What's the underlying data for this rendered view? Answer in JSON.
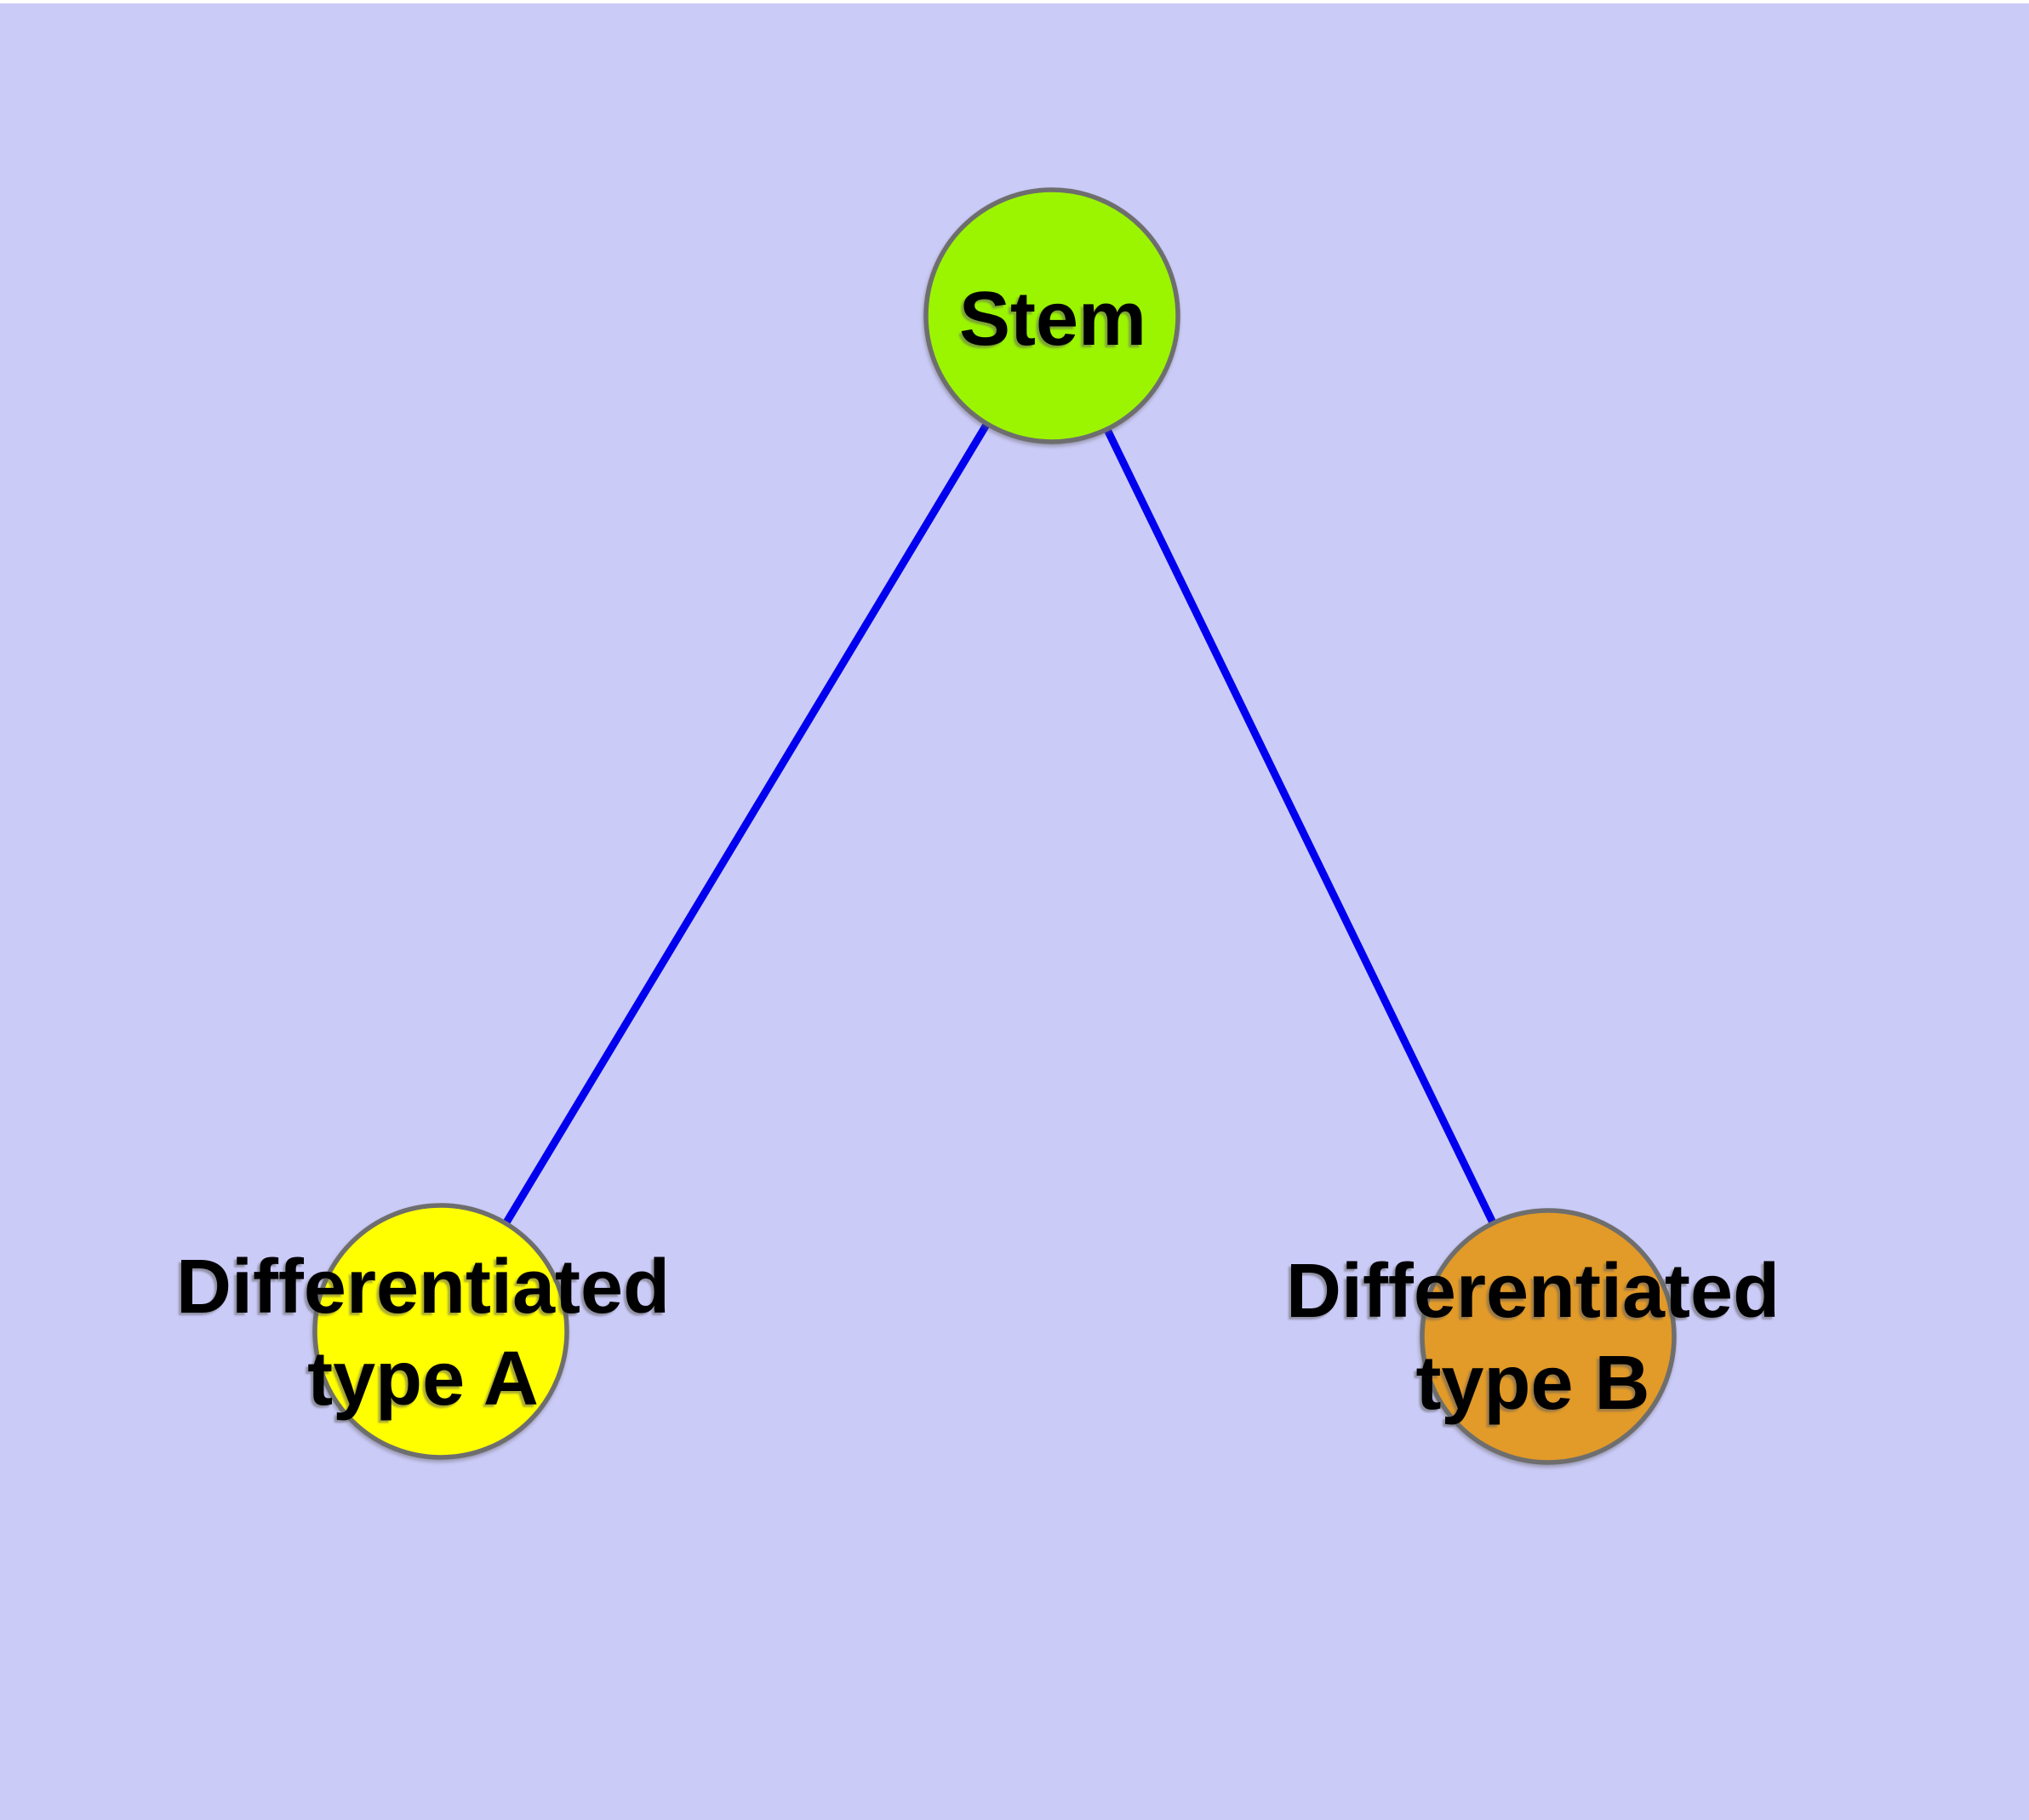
{
  "diagram": {
    "type": "graph",
    "background_color": "#cbcbf8",
    "top_strip_color": "#ffffff",
    "edge_color": "#0000ee",
    "node_stroke_color": "#6e6e6e",
    "label_color": "#000000",
    "nodes": [
      {
        "id": "stem",
        "label": "Stem",
        "fill": "#9bf500"
      },
      {
        "id": "differentiated-type-a",
        "label": "Differentiated type A",
        "label_line1": "Differentiated",
        "label_line2": "type A",
        "fill": "#ffff00"
      },
      {
        "id": "differentiated-type-b",
        "label": "Differentiated type B",
        "label_line1": "Differentiated",
        "label_line2": "type B",
        "fill": "#e29a28"
      }
    ],
    "edges": [
      {
        "from": "stem",
        "to": "differentiated-type-a"
      },
      {
        "from": "stem",
        "to": "differentiated-type-b"
      }
    ]
  }
}
